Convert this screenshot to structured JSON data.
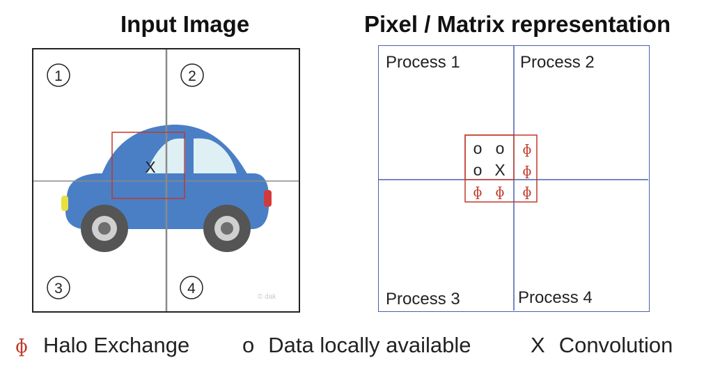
{
  "titles": {
    "input": "Input Image",
    "matrix": "Pixel / Matrix representation"
  },
  "quadrant_markers": [
    "1",
    "2",
    "3",
    "4"
  ],
  "watermark": "© dak",
  "image_center_mark": "X",
  "processes": [
    "Process 1",
    "Process 2",
    "Process 3",
    "Process 4"
  ],
  "grid_cells": [
    [
      "o",
      "o",
      "ɸ"
    ],
    [
      "o",
      "X",
      "ɸ"
    ],
    [
      "ɸ",
      "ɸ",
      "ɸ"
    ]
  ],
  "legend": {
    "halo_symbol": "ɸ",
    "halo_label": "Halo Exchange",
    "local_symbol": "o",
    "local_label": "Data locally available",
    "conv_symbol": "X",
    "conv_label": "Convolution"
  },
  "colors": {
    "car_body": "#4a7fc6",
    "car_window": "#dff0f5",
    "halo_red": "#c0392b",
    "frame_red": "#c0392b",
    "grid_blue": "#4a5fae",
    "quad_line": "#8a8a8a",
    "tire": "#555555",
    "headlight": "#e8e040",
    "taillight": "#d23a3a"
  }
}
